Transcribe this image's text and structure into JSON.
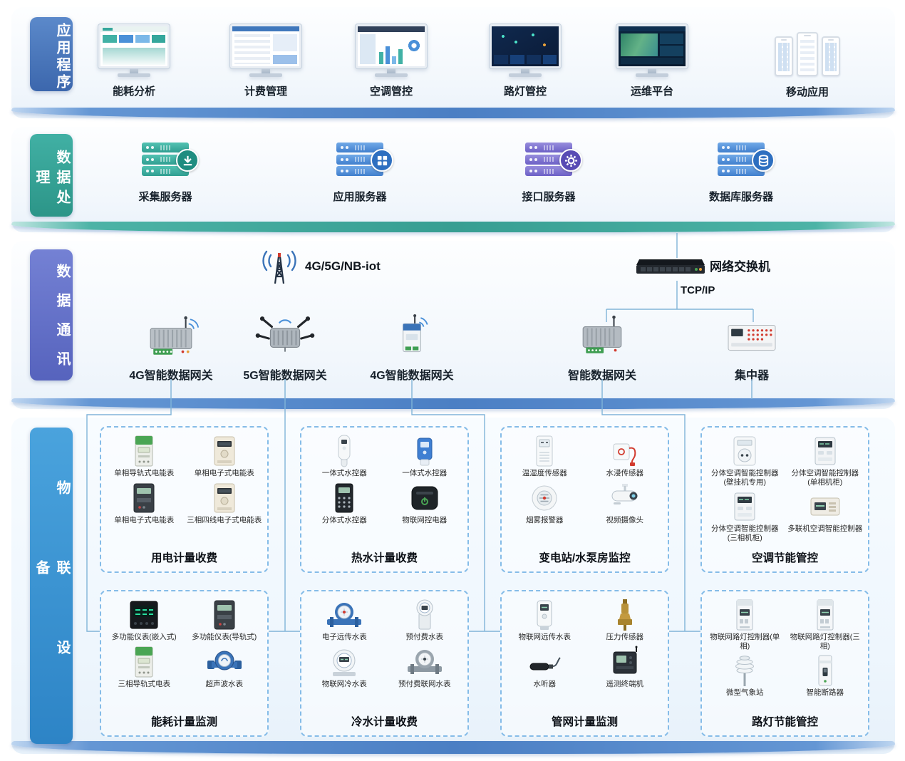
{
  "colors": {
    "applications_accent": "#4b7fc4",
    "processing_accent": "#379e92",
    "communication_accent": "#5663bd",
    "devices_accent": "#2d84c6",
    "connector_line": "#80b4d8"
  },
  "applications": {
    "tab": "应用程序",
    "items": [
      {
        "label": "能耗分析",
        "icon": "monitor-energy-dashboard"
      },
      {
        "label": "计费管理",
        "icon": "monitor-billing-dashboard"
      },
      {
        "label": "空调管控",
        "icon": "monitor-ac-dashboard"
      },
      {
        "label": "路灯管控",
        "icon": "monitor-streetlight-dashboard"
      },
      {
        "label": "运维平台",
        "icon": "monitor-ops-dashboard"
      },
      {
        "label": "移动应用",
        "icon": "mobile-phones"
      }
    ]
  },
  "processing": {
    "tab": "数据处理",
    "items": [
      {
        "label": "采集服务器",
        "icon": "server-download"
      },
      {
        "label": "应用服务器",
        "icon": "server-apps"
      },
      {
        "label": "接口服务器",
        "icon": "server-interface"
      },
      {
        "label": "数据库服务器",
        "icon": "server-database"
      }
    ]
  },
  "communication": {
    "tab": "数据通讯",
    "wireless_label": "4G/5G/NB-iot",
    "wireless_icon": "antenna-tower",
    "switch_label": "网络交换机",
    "switch_icon": "network-switch",
    "protocol_label": "TCP/IP",
    "gateways": [
      {
        "label": "4G智能数据网关",
        "icon": "gateway-4g"
      },
      {
        "label": "5G智能数据网关",
        "icon": "gateway-5g"
      },
      {
        "label": "4G智能数据网关",
        "icon": "gateway-4g-din"
      },
      {
        "label": "智能数据网关",
        "icon": "gateway-smart"
      },
      {
        "label": "集中器",
        "icon": "concentrator"
      }
    ]
  },
  "devices": {
    "tab": "物联设备",
    "groups": [
      {
        "title": "用电计量收费",
        "items": [
          {
            "label": "单相导轨式电能表",
            "icon": "meter-green"
          },
          {
            "label": "单相电子式电能表",
            "icon": "meter-beige"
          },
          {
            "label": "单相电子式电能表",
            "icon": "meter-dark"
          },
          {
            "label": "三相四线电子式电能表",
            "icon": "meter-beige"
          }
        ]
      },
      {
        "title": "热水计量收费",
        "items": [
          {
            "label": "一体式水控器",
            "icon": "water-controller-white"
          },
          {
            "label": "一体式水控器",
            "icon": "water-controller-blue"
          },
          {
            "label": "分体式水控器",
            "icon": "keypad-dark"
          },
          {
            "label": "物联网控电器",
            "icon": "iot-power-dark"
          }
        ]
      },
      {
        "title": "变电站/水泵房监控",
        "items": [
          {
            "label": "温湿度传感器",
            "icon": "sensor-temp"
          },
          {
            "label": "水浸传感器",
            "icon": "sensor-water"
          },
          {
            "label": "烟雾报警器",
            "icon": "smoke-detector"
          },
          {
            "label": "视频摄像头",
            "icon": "camera"
          }
        ]
      },
      {
        "title": "空调节能管控",
        "items": [
          {
            "label": "分体空调智能控制器(壁挂机专用)",
            "icon": "ac-controller-socket"
          },
          {
            "label": "分体空调智能控制器(单相机柜)",
            "icon": "ac-controller-meter"
          },
          {
            "label": "分体空调智能控制器(三相机柜)",
            "icon": "ac-controller-meter"
          },
          {
            "label": "多联机空调智能控制器",
            "icon": "ac-controller-rail"
          }
        ]
      },
      {
        "title": "能耗计量监测",
        "items": [
          {
            "label": "多功能仪表(嵌入式)",
            "icon": "panel-meter"
          },
          {
            "label": "多功能仪表(导轨式)",
            "icon": "meter-dark"
          },
          {
            "label": "三相导轨式电表",
            "icon": "meter-green"
          },
          {
            "label": "超声波水表",
            "icon": "ultrasonic-meter"
          }
        ]
      },
      {
        "title": "冷水计量收费",
        "items": [
          {
            "label": "电子远传水表",
            "icon": "watermeter-blue"
          },
          {
            "label": "预付费水表",
            "icon": "watermeter-vertical"
          },
          {
            "label": "物联网冷水表",
            "icon": "watermeter-card"
          },
          {
            "label": "预付费联网水表",
            "icon": "watermeter-grey"
          }
        ]
      },
      {
        "title": "管网计量监测",
        "items": [
          {
            "label": "物联网远传水表",
            "icon": "iot-watermeter"
          },
          {
            "label": "压力传感器",
            "icon": "pressure-sensor"
          },
          {
            "label": "水听器",
            "icon": "hydrophone"
          },
          {
            "label": "遥测终端机",
            "icon": "rtu"
          }
        ]
      },
      {
        "title": "路灯节能管控",
        "items": [
          {
            "label": "物联网路灯控制器(单相)",
            "icon": "light-controller"
          },
          {
            "label": "物联网路灯控制器(三相)",
            "icon": "light-controller"
          },
          {
            "label": "微型气象站",
            "icon": "weather-station"
          },
          {
            "label": "智能断路器",
            "icon": "breaker"
          }
        ]
      }
    ]
  }
}
